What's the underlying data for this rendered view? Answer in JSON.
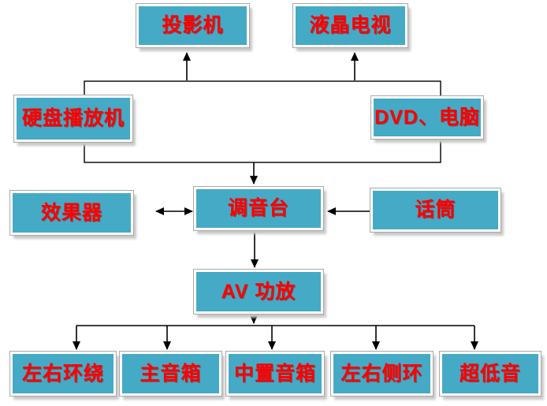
{
  "diagram": {
    "type": "flowchart",
    "colors": {
      "background": "#FFFFFF",
      "node_fill": "#45AAC6",
      "node_border": "#FFFFFF",
      "node_outline": "#A9A9A9",
      "node_shadow": "#C8C8C8",
      "label_text": "#FF0000",
      "connector": "#000000"
    },
    "nodes": {
      "projector": {
        "label": "投影机"
      },
      "lcd_tv": {
        "label": "液晶电视"
      },
      "hdd_player": {
        "label": "硬盘播放机"
      },
      "dvd_pc": {
        "label": "DVD、电脑"
      },
      "effects": {
        "label": "效果器"
      },
      "mixer": {
        "label": "调音台"
      },
      "mic": {
        "label": "话筒"
      },
      "av_amp": {
        "label": "AV 功放"
      },
      "surround_lr": {
        "label": "左右环绕"
      },
      "main_speaker": {
        "label": "主音箱"
      },
      "center_speaker": {
        "label": "中置音箱"
      },
      "side_surround": {
        "label": "左右侧环"
      },
      "subwoofer": {
        "label": "超低音"
      }
    },
    "edges": [
      "source-frame -> projector",
      "source-frame -> lcd_tv",
      "source-frame -> mixer",
      "effects <-> mixer",
      "mic -> mixer",
      "mixer -> av_amp",
      "av_amp -> surround_lr",
      "av_amp -> main_speaker",
      "av_amp -> center_speaker",
      "av_amp -> side_surround",
      "av_amp -> subwoofer"
    ]
  }
}
